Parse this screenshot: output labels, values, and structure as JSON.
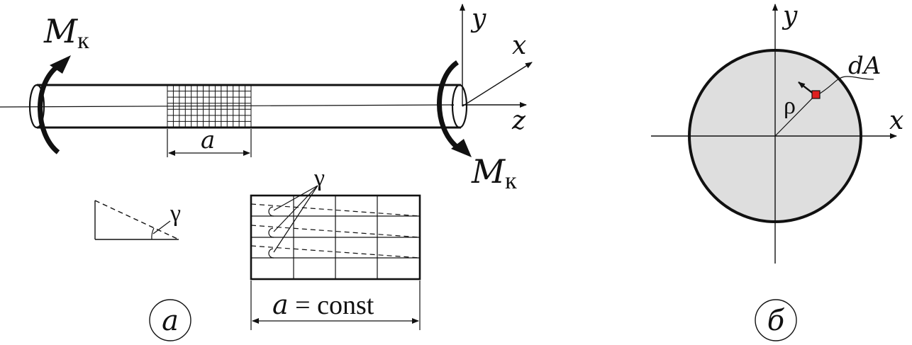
{
  "figure_a": {
    "moment_label_left": {
      "main": "M",
      "sub": "к"
    },
    "moment_label_right": {
      "main": "M",
      "sub": "к"
    },
    "axis_y": "y",
    "axis_x": "x",
    "axis_z": "z",
    "length_label": "a",
    "shear_angle_small": "γ",
    "shear_angle_grid": "γ",
    "const_label_var": "a",
    "const_label_rest": " = const",
    "caption": "a"
  },
  "figure_b": {
    "axis_y": "y",
    "axis_x": "x",
    "element_label": "dA",
    "radius_label": "ρ",
    "caption": "б"
  },
  "colors": {
    "line": "#111111",
    "section_fill": "#dedede",
    "element_fill": "#e02020"
  }
}
